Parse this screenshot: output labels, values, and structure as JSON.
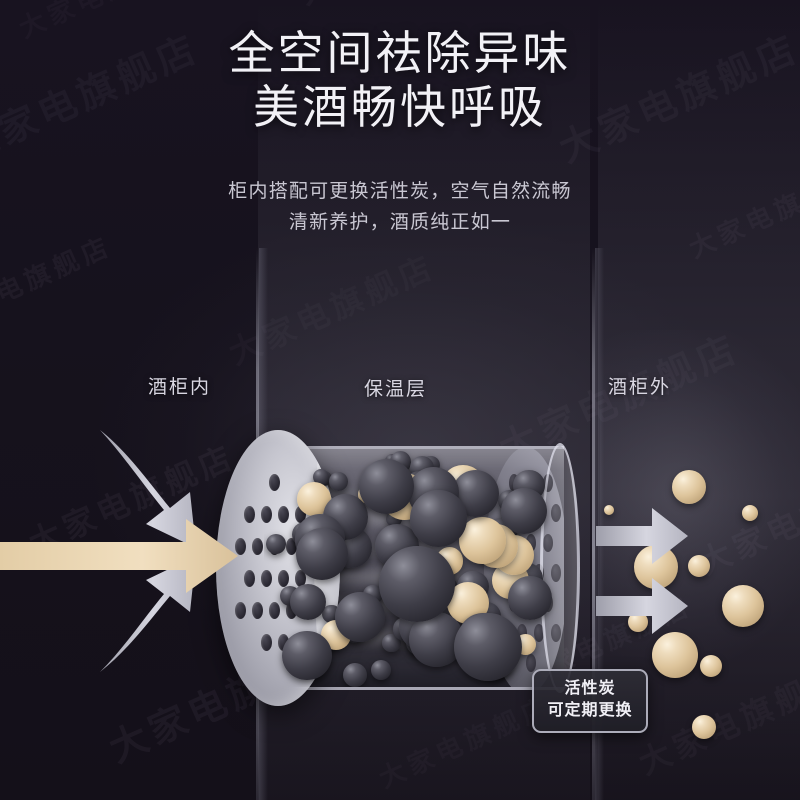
{
  "headline": {
    "line1": "全空间祛除异味",
    "line2": "美酒畅快呼吸"
  },
  "subhead": {
    "line1": "柜内搭配可更换活性炭，空气自然流畅",
    "line2": "清新养护，酒质纯正如一"
  },
  "zone_labels": {
    "inside": "酒柜内",
    "layer": "保温层",
    "outside": "酒柜外"
  },
  "callout": {
    "line1": "活性炭",
    "line2": "可定期更换"
  },
  "watermarks": {
    "text": "大家电旗舰店"
  },
  "colors": {
    "background": "#16121d",
    "heading_text": "#f2f1f6",
    "subhead_text": "#c9c7d2",
    "label_text": "#d9d7e2",
    "cap_silver": "#c6c6cf",
    "carbon_sphere": "#3e3d47",
    "odor_sphere": "#ddc49b",
    "arrow_gray": "#c9c9d2",
    "arrow_tan": "#e8d3ae",
    "callout_border": "#c4c4d2"
  },
  "diagram": {
    "type": "illustration",
    "description": "活性炭滤芯空气流通示意图",
    "cap_left_holes": 22,
    "cap_right_holes": 14,
    "carbon_spheres": 58,
    "odor_spheres": 14,
    "escaping_spheres": 9,
    "arrows_in_curved": 2,
    "arrows_in_straight": 1,
    "arrows_out_straight": 2
  }
}
